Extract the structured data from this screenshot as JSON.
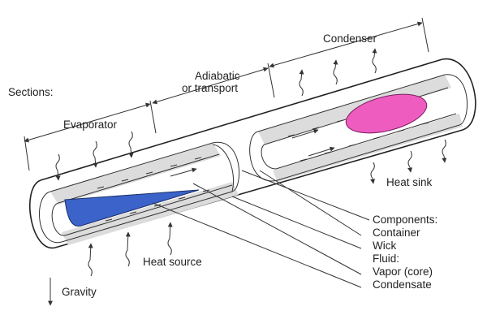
{
  "labels": {
    "sections": "Sections:",
    "evaporator": "Evaporator",
    "adiabatic_line1": "Adiabatic",
    "adiabatic_line2": "or transport",
    "condenser": "Condenser",
    "heat_sink": "Heat sink",
    "heat_source": "Heat source",
    "gravity": "Gravity",
    "components": "Components:",
    "container": "Container",
    "wick": "Wick",
    "fluid": "Fluid:",
    "vapor": "Vapor (core)",
    "condensate": "Condensate"
  },
  "colors": {
    "condensate_fill": "#3b63c9",
    "vapor_fill": "#ef5cc0",
    "shading": "#d9d9d9"
  }
}
